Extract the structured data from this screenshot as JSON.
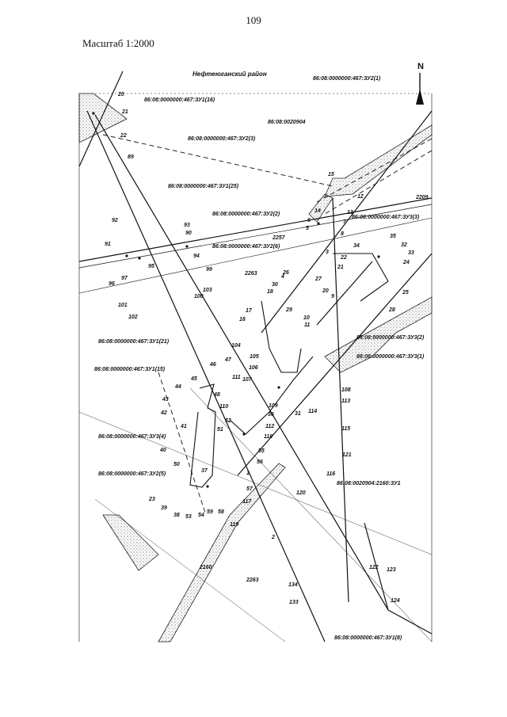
{
  "page": {
    "number": "109",
    "scale": "Масштаб 1:2000"
  },
  "map": {
    "district": "Нефтеюганский район",
    "north": "N",
    "parcels": [
      "86:08:0000000:467:ЗУ2(1)",
      "86:08:0000000:467:ЗУ1(16)",
      "86:08:0020904",
      "86:08:0000000:467:ЗУ2(3)",
      "86:08:0000000:467:ЗУ1(25)",
      "86:08:0000000:467:ЗУ2(2)",
      "86:08:0000000:467:ЗУ3(3)",
      "86:08:0000000:467:ЗУ2(6)",
      "86:08:0000000:467:ЗУ1(21)",
      "86:08:0000000:467:ЗУ3(2)",
      "86:08:0000000:467:ЗУ3(1)",
      "86:08:0000000:467:ЗУ1(15)",
      "86:08:0000000:467:ЗУ3(4)",
      "86:08:0000000:467:ЗУ2(5)",
      "86:08:0020904:2160:ЗУ1",
      "86:08:0000000:467:ЗУ1(8)"
    ],
    "points": [
      "20",
      "21",
      "22",
      "89",
      "92",
      "91",
      "97",
      "96",
      "95",
      "101",
      "102",
      "90",
      "93",
      "94",
      "99",
      "103",
      "100",
      "2257",
      "2263",
      "15",
      "12",
      "13",
      "14",
      "6",
      "5",
      "7",
      "8",
      "2209",
      "35",
      "32",
      "33",
      "34",
      "24",
      "25",
      "28",
      "22",
      "21",
      "27",
      "3",
      "4",
      "26",
      "30",
      "18",
      "29",
      "20",
      "9",
      "10",
      "11",
      "17",
      "16",
      "104",
      "105",
      "106",
      "107",
      "108",
      "109",
      "110",
      "111",
      "112",
      "113",
      "114",
      "115",
      "116",
      "117",
      "118",
      "119",
      "120",
      "121",
      "122",
      "123",
      "124",
      "133",
      "134",
      "46",
      "47",
      "44",
      "45",
      "43",
      "42",
      "41",
      "40",
      "50",
      "51",
      "52",
      "36",
      "37",
      "38",
      "39",
      "53",
      "54",
      "55",
      "56",
      "57",
      "58",
      "59",
      "1",
      "2",
      "31",
      "48",
      "23",
      "2160",
      "2263"
    ]
  }
}
